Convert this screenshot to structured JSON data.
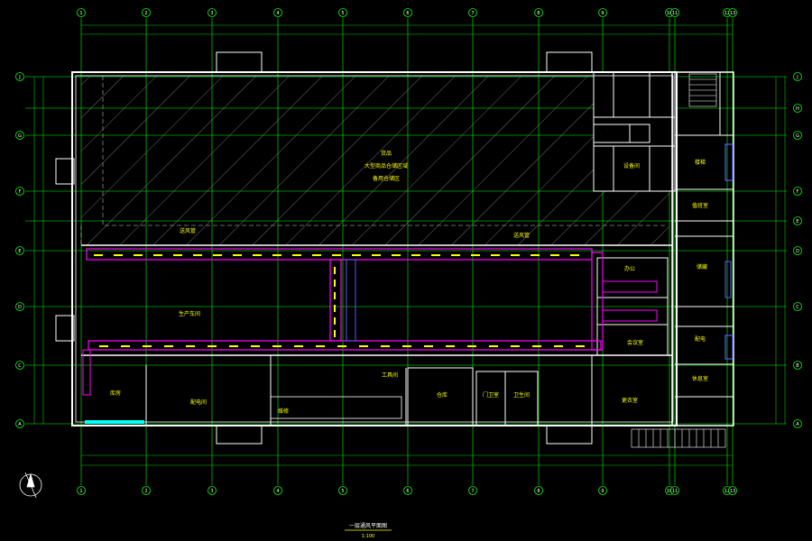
{
  "drawing": {
    "colors": {
      "background": "#000000",
      "grid": "#00ff00",
      "wall": "#ffffff",
      "hatch": "#9a9a9a",
      "duct_main": "#ff00ff",
      "duct_branch": "#5a5aff",
      "annotation": "#ffff00",
      "cyan": "#00ffff",
      "dim": "#00cc00"
    },
    "top_axis_labels": [
      "1",
      "2",
      "3",
      "4",
      "5",
      "6",
      "7",
      "8",
      "9",
      "10",
      "11",
      "12",
      "13"
    ],
    "bottom_axis_labels": [
      "1",
      "2",
      "3",
      "4",
      "5",
      "6",
      "7",
      "8",
      "9",
      "10",
      "11",
      "12",
      "13"
    ],
    "left_axis_labels": [
      "J",
      "G",
      "F",
      "E",
      "D",
      "C",
      "A"
    ],
    "right_axis_labels": [
      "J",
      "H",
      "G",
      "F",
      "E",
      "D",
      "C",
      "B",
      "A"
    ],
    "hatched_area": {
      "title": "货品",
      "line1": "大型商品仓储区域",
      "line2": "备用仓储区"
    },
    "room_labels": {
      "workshop": "生产车间",
      "duct_label_1": "送风管",
      "duct_label_2": "送风管",
      "room_1": "库房",
      "room_2": "配电间",
      "room_3": "维修",
      "room_4": "工具间",
      "room_5": "仓库",
      "room_6": "门卫室",
      "room_7": "卫生间",
      "room_8": "更衣室",
      "room_9": "办公",
      "room_10": "楼梯",
      "room_11": "值班室",
      "room_12": "储藏",
      "room_13": "配电",
      "room_14": "休息室",
      "room_15": "会议室",
      "room_16": "设备间"
    },
    "drawing_title": "一层通风平面图",
    "drawing_scale": "1:100"
  }
}
